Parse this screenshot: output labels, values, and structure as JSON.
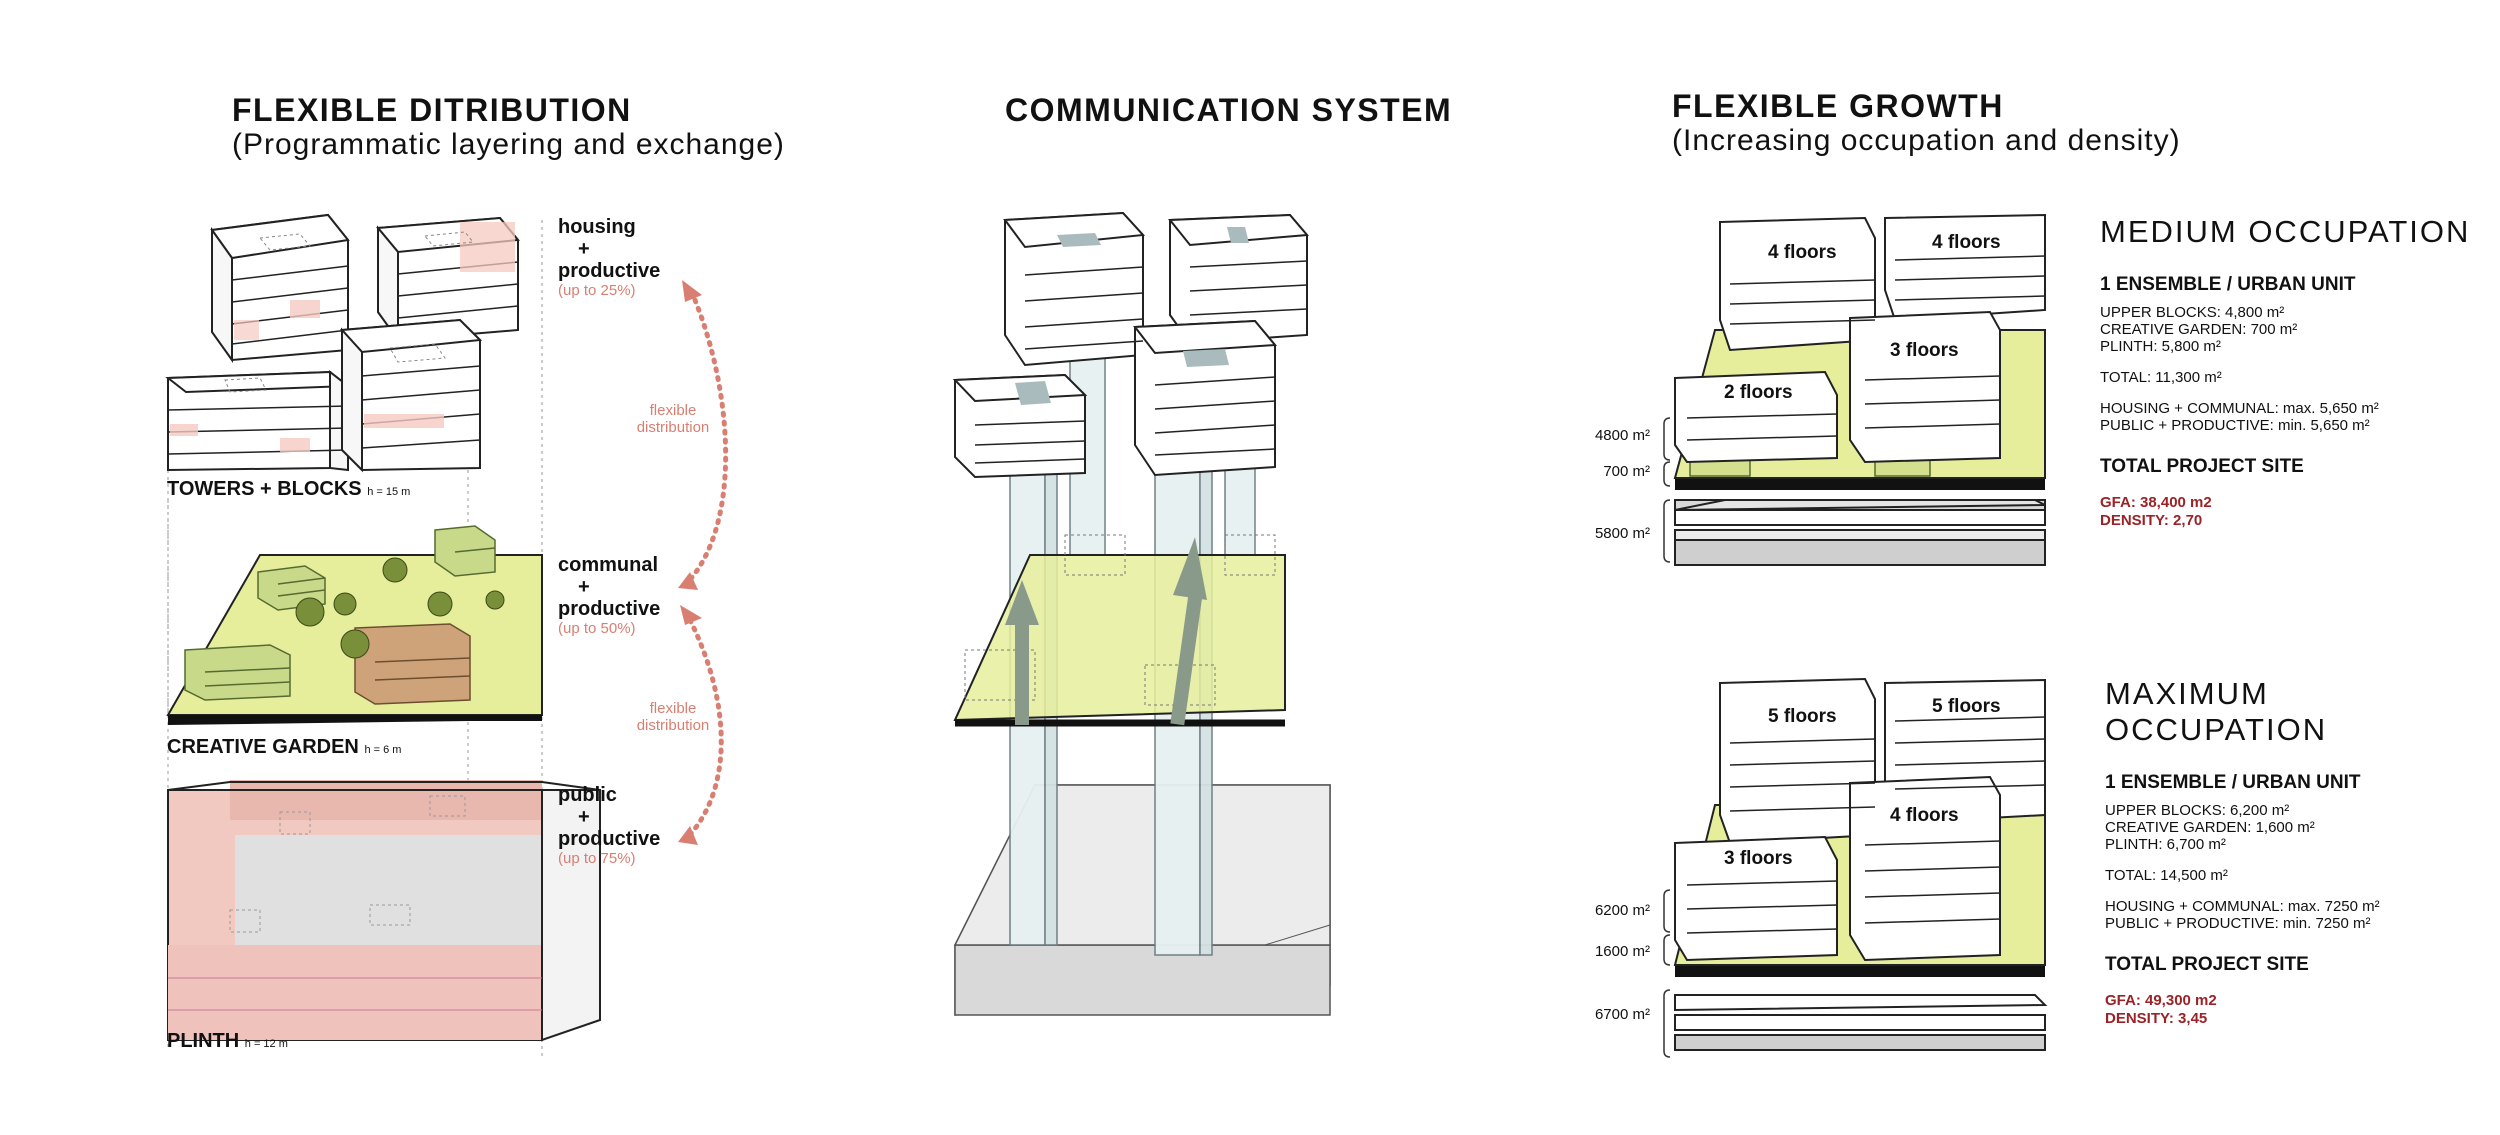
{
  "left": {
    "title": "FLEXIBLE DITRIBUTION",
    "subtitle": "(Programmatic layering and exchange)",
    "layers": [
      {
        "name": "TOWERS + BLOCKS",
        "height": "h = 15 m"
      },
      {
        "name": "CREATIVE GARDEN",
        "height": "h = 6 m"
      },
      {
        "name": "PLINTH",
        "height": "h = 12 m"
      }
    ],
    "programs": [
      {
        "line1": "housing",
        "line2": "+",
        "line3": "productive",
        "pct": "(up to 25%)"
      },
      {
        "line1": "communal",
        "line2": "+",
        "line3": "productive",
        "pct": "(up to 50%)"
      },
      {
        "line1": "public",
        "line2": "+",
        "line3": "productive",
        "pct": "(up to 75%)"
      }
    ],
    "flex_note_line1": "flexible",
    "flex_note_line2": "distribution"
  },
  "middle": {
    "title": "COMMUNICATION SYSTEM"
  },
  "right": {
    "title": "FLEXIBLE GROWTH",
    "subtitle": "(Increasing occupation and density)",
    "scenarios": [
      {
        "title": "MEDIUM OCCUPATION",
        "unit_heading": "1 ENSEMBLE / URBAN UNIT",
        "upper_blocks": "UPPER BLOCKS: 4,800 m²",
        "creative_garden": "CREATIVE GARDEN: 700 m²",
        "plinth": "PLINTH: 5,800 m²",
        "total": "TOTAL: 11,300 m²",
        "housing": "HOUSING + COMMUNAL: max. 5,650 m²",
        "public": "PUBLIC + PRODUCTIVE: min. 5,650 m²",
        "site_heading": "TOTAL PROJECT SITE",
        "gfa": "GFA: 38,400 m2",
        "density": "DENSITY: 2,70",
        "floors": [
          "4 floors",
          "4 floors",
          "2 floors",
          "3 floors"
        ],
        "areas": [
          "4800 m²",
          "700 m²",
          "5800 m²"
        ]
      },
      {
        "title": "MAXIMUM OCCUPATION",
        "unit_heading": "1 ENSEMBLE / URBAN UNIT",
        "upper_blocks": "UPPER BLOCKS: 6,200 m²",
        "creative_garden": "CREATIVE GARDEN: 1,600 m²",
        "plinth": "PLINTH: 6,700 m²",
        "total": "TOTAL: 14,500 m²",
        "housing": "HOUSING + COMMUNAL: max. 7250 m²",
        "public": "PUBLIC + PRODUCTIVE: min. 7250 m²",
        "site_heading": "TOTAL PROJECT SITE",
        "gfa": "GFA: 49,300 m2",
        "density": "DENSITY: 3,45",
        "floors": [
          "5 floors",
          "5 floors",
          "3 floors",
          "4 floors"
        ],
        "areas": [
          "6200 m²",
          "1600 m²",
          "6700 m²"
        ]
      }
    ]
  },
  "colors": {
    "garden": "#e6ee9c",
    "plinth_red": "#efc3bb",
    "accent_red": "#d97f72",
    "density_red": "#9b2226"
  }
}
